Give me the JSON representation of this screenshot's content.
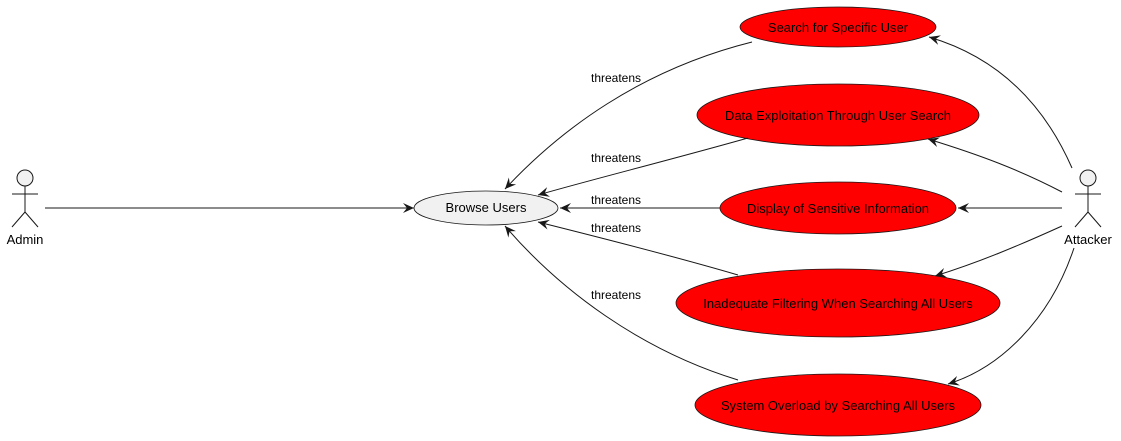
{
  "actors": {
    "admin": {
      "label": "Admin"
    },
    "attacker": {
      "label": "Attacker"
    }
  },
  "use_cases": {
    "browse_users": {
      "label": "Browse Users",
      "fill": "#f1f1f1"
    },
    "search_specific_user": {
      "label": "Search for Specific User",
      "fill": "#ff0000"
    },
    "data_exploitation": {
      "label": "Data Exploitation Through User Search",
      "fill": "#ff0000"
    },
    "display_sensitive": {
      "label": "Display of Sensitive Information",
      "fill": "#ff0000"
    },
    "inadequate_filtering": {
      "label": "Inadequate Filtering When Searching All Users",
      "fill": "#ff0000"
    },
    "system_overload": {
      "label": "System Overload by Searching All Users",
      "fill": "#ff0000"
    }
  },
  "relations": {
    "threatens_label": "threatens"
  },
  "colors": {
    "threat_fill": "#ff0000",
    "neutral_fill": "#f1f1f1",
    "stroke": "#181818"
  }
}
